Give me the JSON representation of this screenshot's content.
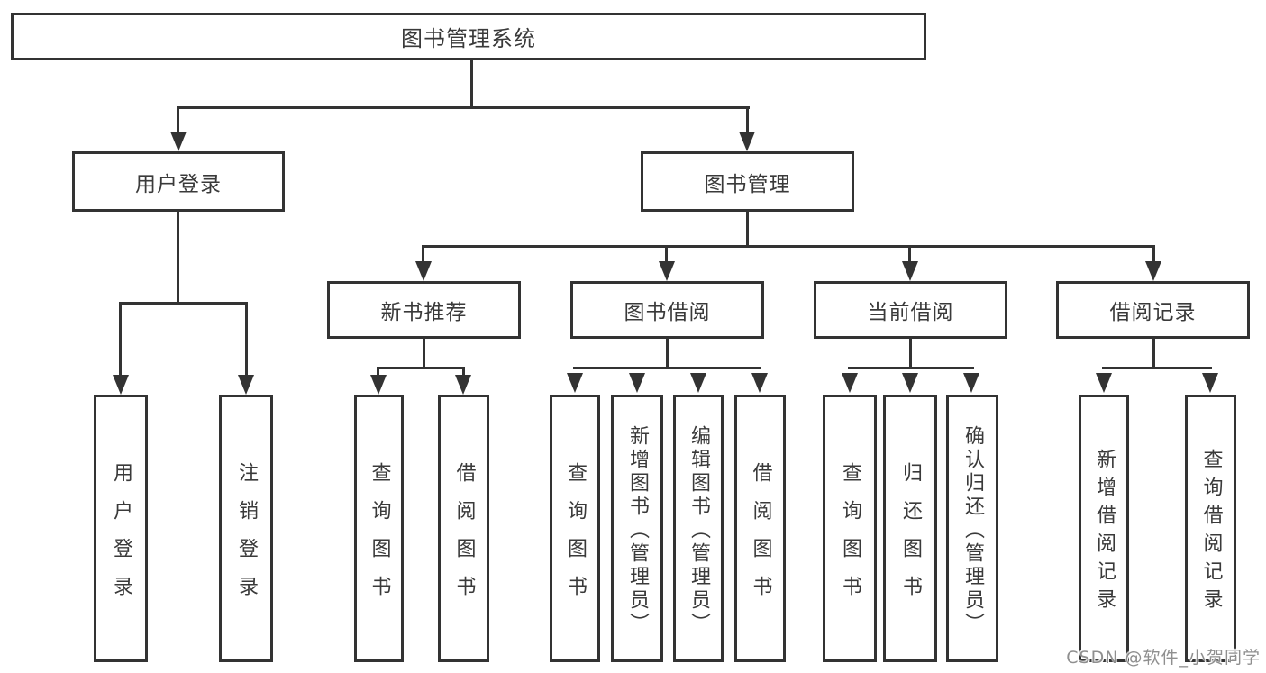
{
  "diagram": {
    "colors": {
      "line": "#333333",
      "text": "#3a3a3a",
      "box_background": "#ffffff",
      "watermark_text": "#8f8f8f"
    },
    "watermark": "CSDN @软件_小贺同学",
    "nodes": {
      "root": "图书管理系统",
      "user_login": "用户登录",
      "book_mgmt": "图书管理",
      "leaf_user_login": "用户登录",
      "leaf_logout": "注销登录",
      "new_book_rec": "新书推荐",
      "book_borrow": "图书借阅",
      "current_borrow": "当前借阅",
      "borrow_record": "借阅记录",
      "nbr_query_book": "查询图书",
      "nbr_borrow_book": "借阅图书",
      "bb_query_book": "查询图书",
      "bb_add_book": "新增图书（管理员）",
      "bb_edit_book": "编辑图书（管理员）",
      "bb_borrow_book": "借阅图书",
      "cb_query_book": "查询图书",
      "cb_return_book": "归还图书",
      "cb_confirm_return": "确认归还（管理员）",
      "br_add_record": "新增借阅记录",
      "br_query_record": "查询借阅记录"
    }
  }
}
